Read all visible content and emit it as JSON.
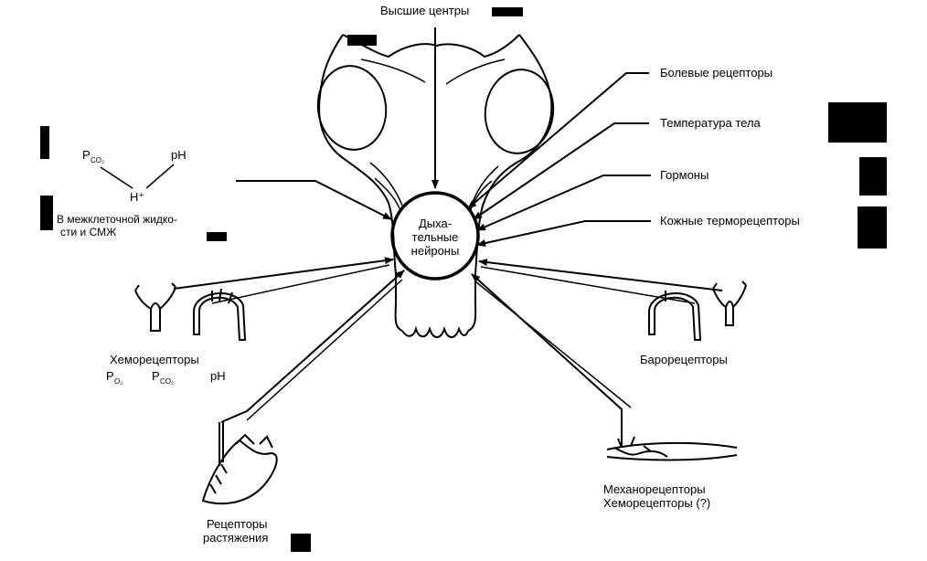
{
  "diagram": {
    "center": {
      "line1": "Дыха-",
      "line2": "тельные",
      "line3": "нейроны"
    },
    "top": {
      "higher_centers": "Высшие центры"
    },
    "right_inputs": {
      "pain": "Болевые рецепторы",
      "temperature": "Температура тела",
      "hormones": "Гормоны",
      "skin_thermo": "Кожные терморецепторы"
    },
    "left_chemistry": {
      "pco2_base": "P",
      "pco2_sub": "CO₂",
      "ph": "pH",
      "hplus": "H⁺",
      "line1": "В межклеточной жидко-",
      "line2": "сти и  СМЖ"
    },
    "chemoreceptors": {
      "title": "Хеморецепторы",
      "po2_base": "P",
      "po2_sub": "O₂",
      "pco2_base": "P",
      "pco2_sub": "CO₂",
      "ph": "pH"
    },
    "baroreceptors": {
      "title": "Барорецепторы"
    },
    "stretch": {
      "line1": "Рецепторы",
      "line2": "растяжения"
    },
    "mechano": {
      "line1": "Механорецепторы",
      "line2": "Хеморецепторы (?)"
    }
  }
}
